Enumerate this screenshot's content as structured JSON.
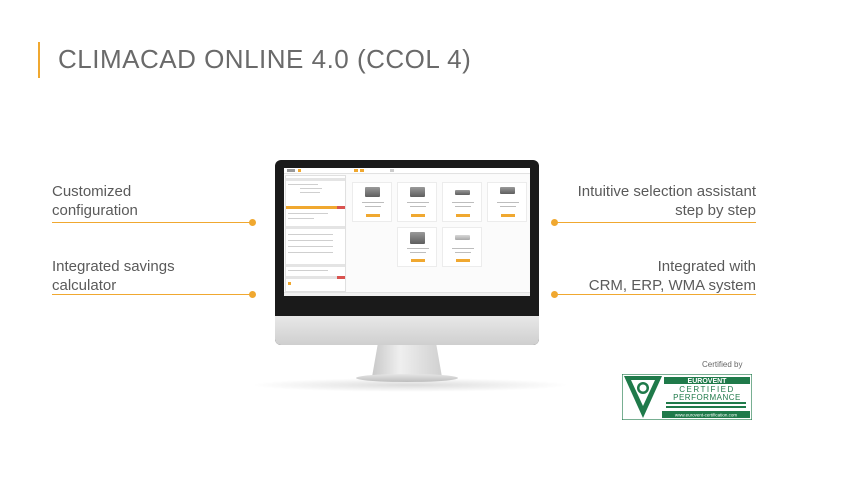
{
  "page": {
    "title": "CLIMACAD ONLINE 4.0 (CCOL 4)"
  },
  "features": {
    "left_top": {
      "line1": "Customized",
      "line2": "configuration"
    },
    "left_bottom": {
      "line1": "Integrated savings",
      "line2": "calculator"
    },
    "right_top": {
      "line1": "Intuitive selection assistant",
      "line2": "step by step"
    },
    "right_bottom": {
      "line1": "Integrated with",
      "line2": "CRM, ERP, WMA system"
    }
  },
  "certification": {
    "label": "Certified by",
    "brand": "EUROVENT",
    "line1": "CERTIFIED",
    "line2": "PERFORMANCE",
    "website": "www.eurovent-certification.com"
  },
  "colors": {
    "accent": "#f0a830",
    "title": "#6a6a6a",
    "cert_green": "#1f7a4a"
  },
  "icons": {
    "monitor": "computer-monitor-icon",
    "cert_logo": "eurovent-certification-logo"
  }
}
